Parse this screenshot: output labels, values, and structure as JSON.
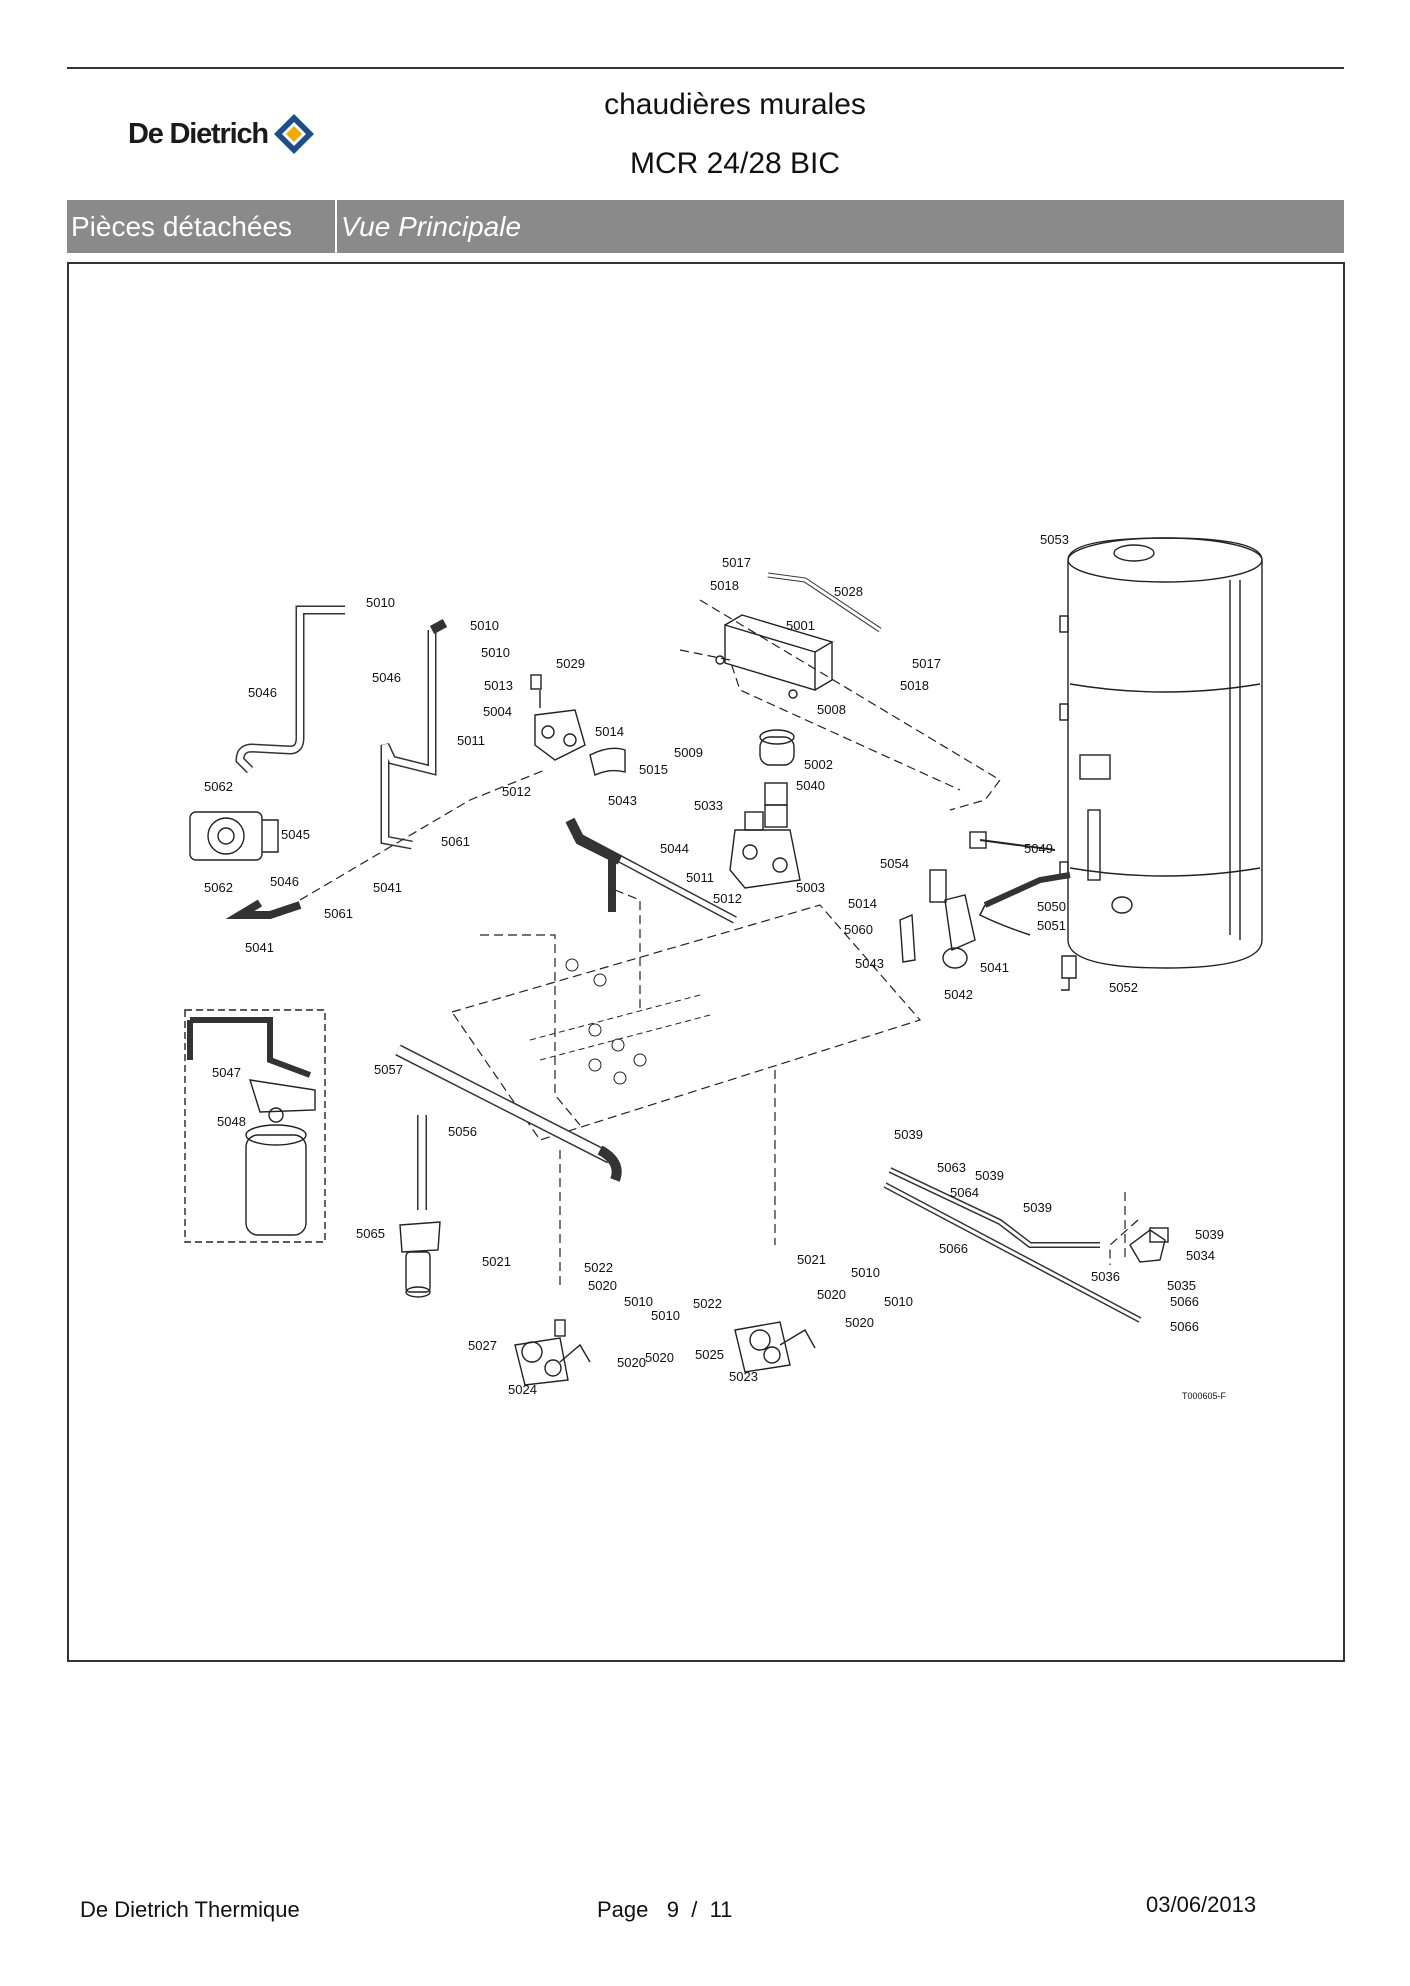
{
  "header": {
    "brand": "De Dietrich",
    "title": "chaudières murales",
    "model": "MCR 24/28 BIC"
  },
  "band": {
    "section": "Pièces détachées",
    "view": "Vue Principale"
  },
  "diagram": {
    "reference": "T000605-F",
    "callouts": [
      "5017",
      "5018",
      "5028",
      "5001",
      "5017",
      "5018",
      "5008",
      "5010",
      "5010",
      "5046",
      "5046",
      "5010",
      "5013",
      "5029",
      "5004",
      "5014",
      "5011",
      "5009",
      "5002",
      "5015",
      "5012",
      "5043",
      "5040",
      "5033",
      "5062",
      "5045",
      "5061",
      "5044",
      "5049",
      "5041",
      "5062",
      "5046",
      "5011",
      "5012",
      "5003",
      "5054",
      "5014",
      "5050",
      "5061",
      "5060",
      "5051",
      "5041",
      "5043",
      "5041",
      "5042",
      "5052",
      "5053",
      "5047",
      "5048",
      "5057",
      "5056",
      "5039",
      "5063",
      "5039",
      "5064",
      "5039",
      "5065",
      "5066",
      "5039",
      "5034",
      "5036",
      "5035",
      "5021",
      "5022",
      "5021",
      "5010",
      "5066",
      "5020",
      "5010",
      "5022",
      "5020",
      "5010",
      "5066",
      "5010",
      "5020",
      "5027",
      "5025",
      "5020",
      "5024",
      "5023",
      "5020"
    ]
  },
  "footer": {
    "company": "De Dietrich Thermique",
    "page_label": "Page",
    "page_current": "9",
    "page_sep": "/",
    "page_total": "11",
    "date": "03/06/2013"
  }
}
